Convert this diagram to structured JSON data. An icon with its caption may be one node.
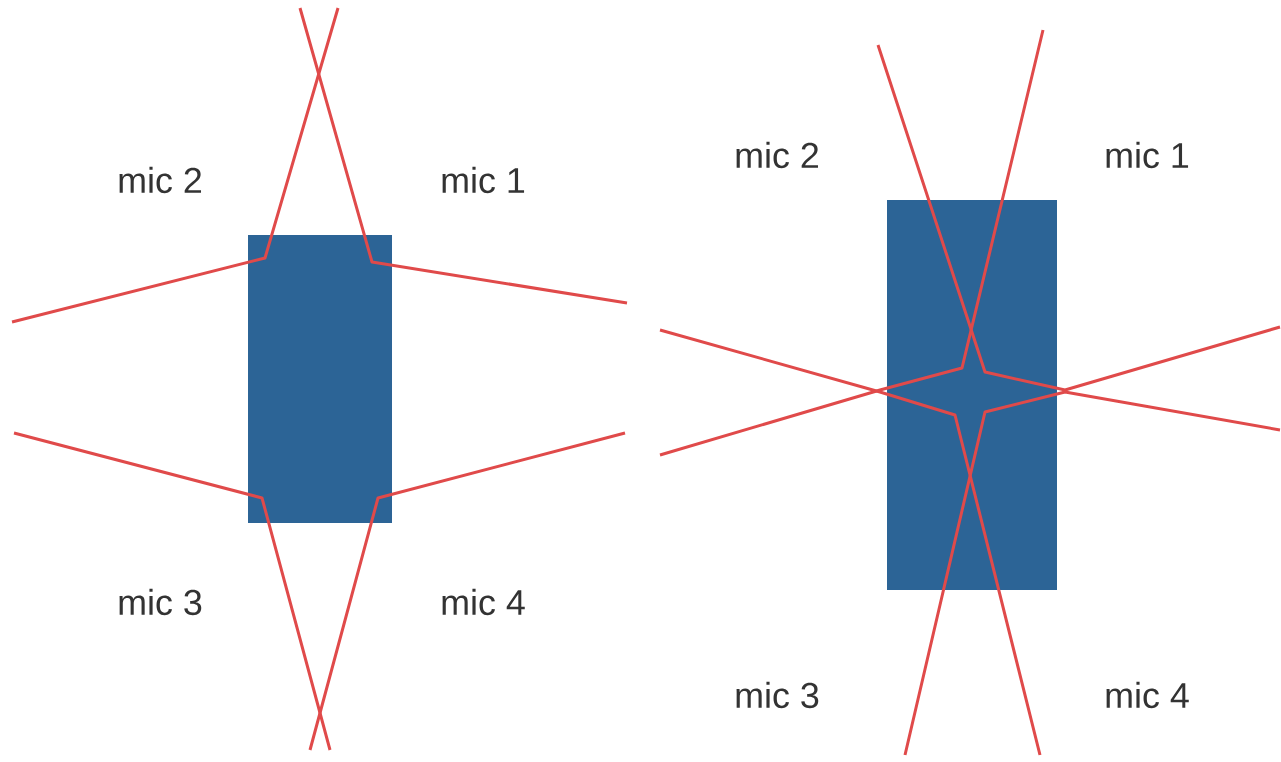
{
  "diagram": {
    "labels": [
      "mic 2",
      "mic 1",
      "mic 3",
      "mic 4",
      "mic 2",
      "mic 1",
      "mic 3",
      "mic 4"
    ]
  }
}
